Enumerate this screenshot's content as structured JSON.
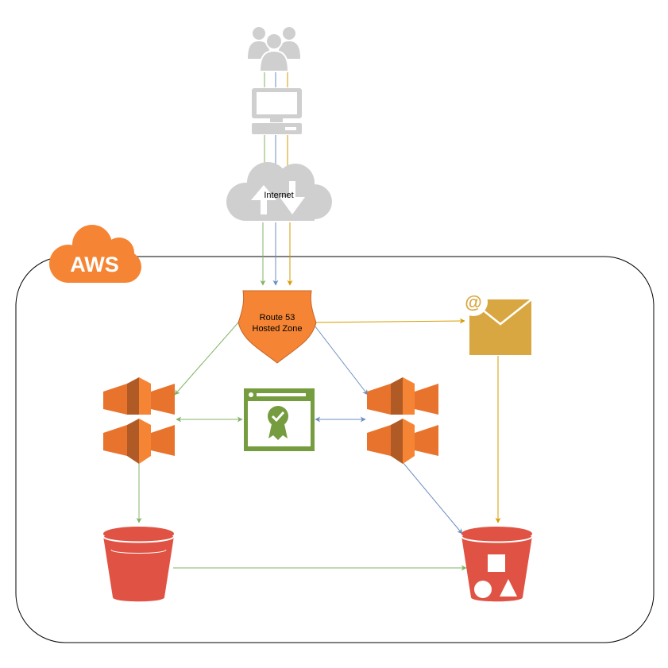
{
  "colors": {
    "green": "#82b366",
    "blue": "#6c8ebf",
    "gold": "#d79b00",
    "aws_orange": "#f58534",
    "s3_red": "#e05243",
    "ses_gold": "#d9a741",
    "acm_green": "#759c3e",
    "gray": "#cfcfcf"
  },
  "icons": {
    "users": "users-icon",
    "client": "desktop-computer-icon",
    "internet": "internet-cloud-icon",
    "aws": "aws-cloud-icon",
    "route53": "route53-hosted-zone-icon",
    "ses": "ses-email-icon",
    "cloudfront_left": "cloudfront-icon",
    "cloudfront_right": "cloudfront-icon",
    "acm": "certificate-manager-icon",
    "s3_left": "s3-bucket-icon",
    "s3_right": "s3-bucket-objects-icon"
  },
  "labels": {
    "internet": "Internet",
    "aws": "AWS",
    "route53_line1": "Route 53",
    "route53_line2": "Hosted Zone"
  }
}
